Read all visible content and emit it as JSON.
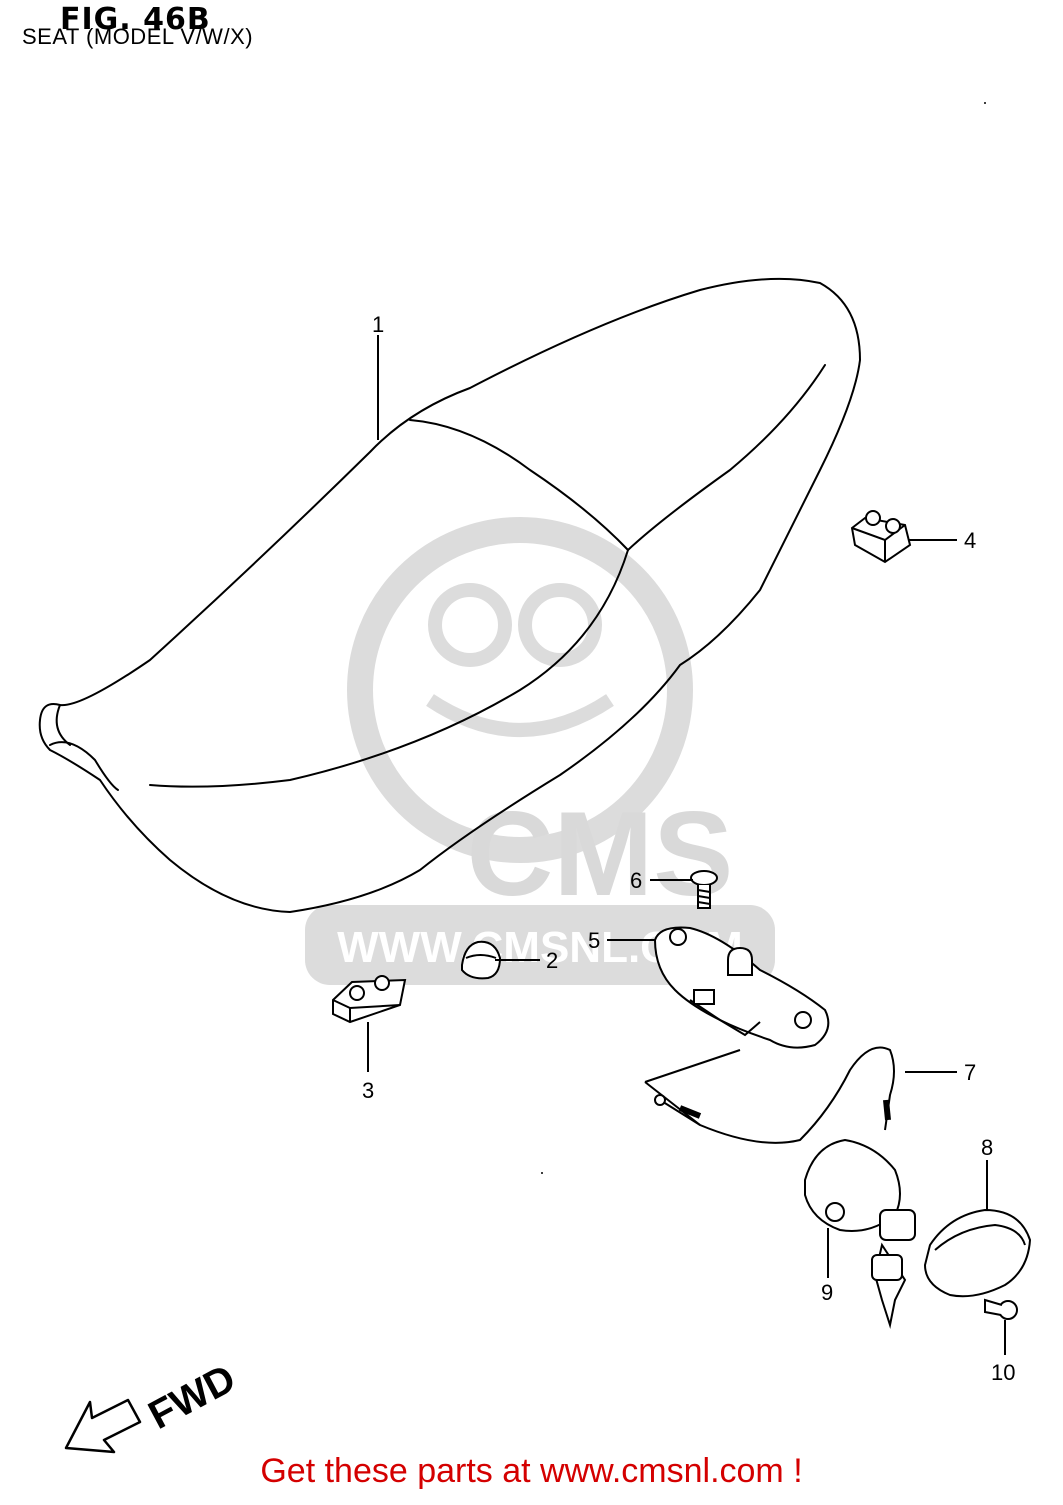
{
  "figure": {
    "title": "FIG. 46B",
    "subtitle": "SEAT (MODEL V/W/X)"
  },
  "callouts": [
    "1",
    "2",
    "3",
    "4",
    "5",
    "6",
    "7",
    "8",
    "9",
    "10"
  ],
  "direction_label": "FWD",
  "watermark": {
    "brand": "CMS",
    "url": "WWW.CMSNL.COM"
  },
  "footer": {
    "text": "Get these parts at www.cmsnl.com !",
    "color": "#d40000"
  },
  "colors": {
    "line": "#000000",
    "watermark": "#d9d9d9",
    "background": "#ffffff"
  }
}
